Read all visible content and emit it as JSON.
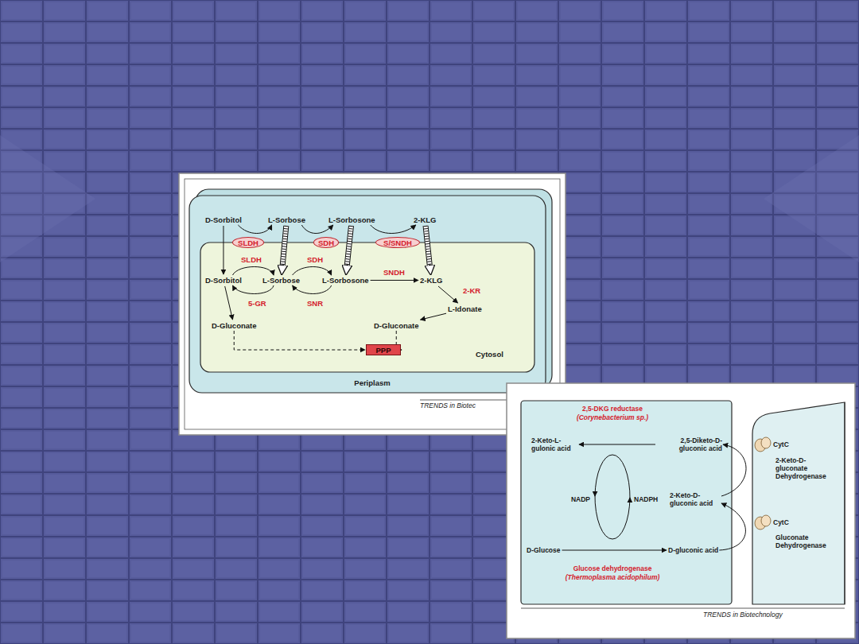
{
  "diagram": {
    "nodes": [
      {
        "text": [
          "Periplasm"
        ]
      },
      {
        "text": [
          "Cytosol"
        ],
        "in": 0
      },
      {
        "text": [
          "D-Sorbitol"
        ],
        "in": 0
      },
      {
        "text": [
          "L-Sorbose"
        ],
        "in": 0
      },
      {
        "text": [
          "L-Sorbosone"
        ],
        "in": 0
      },
      {
        "text": [
          "2-KLG"
        ],
        "in": 0
      },
      {
        "text": [
          "SLDH"
        ],
        "in": 0
      },
      {
        "text": [
          "SDH"
        ],
        "in": 0
      },
      {
        "text": [
          "S/SNDH"
        ],
        "in": 0
      },
      {
        "text": [
          "D-Sorbitol"
        ],
        "in": 1
      },
      {
        "text": [
          "L-Sorbose"
        ],
        "in": 1
      },
      {
        "text": [
          "L-Sorbosone"
        ],
        "in": 1
      },
      {
        "text": [
          "2-KLG"
        ],
        "in": 1
      },
      {
        "text": [
          "L-Idonate"
        ],
        "in": 1
      },
      {
        "text": [
          "D-Gluconate"
        ],
        "in": 1
      },
      {
        "text": [
          "D-Gluconate"
        ],
        "in": 1
      },
      {
        "text": [
          "PPP"
        ],
        "in": 1
      },
      {
        "text": [
          "2,5-DKG reductase",
          "(Corynebacterium sp.)",
          "NADP",
          "NADPH",
          "Glucose dehydrogenase",
          "(Thermoplasma acidophilum)"
        ]
      },
      {
        "text": [
          "2-Keto-L-gulonic acid"
        ],
        "in": 17
      },
      {
        "text": [
          "2,5-Diketo-D-gluconic acid"
        ],
        "in": 17
      },
      {
        "text": [
          "2-Keto-D-gluconic acid"
        ],
        "in": 17
      },
      {
        "text": [
          "D-Glucose"
        ],
        "in": 17
      },
      {
        "text": [
          "D-gluconic acid"
        ],
        "in": 17
      },
      {
        "text": [
          "CytC"
        ]
      },
      {
        "text": [
          "CytC"
        ]
      }
    ],
    "edges": [
      {
        "from": 2,
        "to": 9,
        "arrow": "to"
      },
      {
        "from": 3,
        "to": 10,
        "arrow": "to"
      },
      {
        "from": 4,
        "to": 11,
        "arrow": "to"
      },
      {
        "from": 5,
        "to": 12,
        "arrow": "to"
      },
      {
        "from": 2,
        "to": 3,
        "arrow": "to"
      },
      {
        "from": 3,
        "to": 4,
        "arrow": "to"
      },
      {
        "from": 4,
        "to": 5,
        "arrow": "to"
      },
      {
        "from": 9,
        "to": 10,
        "label": "SLDH",
        "arrow": "to"
      },
      {
        "from": 10,
        "to": 9,
        "label": "5-GR",
        "arrow": "to"
      },
      {
        "from": 10,
        "to": 11,
        "label": "SDH",
        "arrow": "to"
      },
      {
        "from": 11,
        "to": 10,
        "label": "SNR",
        "arrow": "to"
      },
      {
        "from": 11,
        "to": 12,
        "label": "SNDH",
        "arrow": "to"
      },
      {
        "from": 12,
        "to": 13,
        "label": "2-KR",
        "arrow": "to"
      },
      {
        "from": 13,
        "to": 15,
        "arrow": "to"
      },
      {
        "from": 9,
        "to": 14,
        "arrow": "to"
      },
      {
        "from": 14,
        "to": 16,
        "arrow": "to"
      },
      {
        "from": 15,
        "to": 16,
        "arrow": "to"
      },
      {
        "from": 21,
        "to": 22,
        "arrow": "to"
      },
      {
        "from": 19,
        "to": 18,
        "arrow": "to"
      },
      {
        "from": 22,
        "to": 20,
        "arrow": "to"
      },
      {
        "from": 20,
        "to": 19,
        "arrow": "to"
      }
    ],
    "labels": [
      "TRENDS in Biotec",
      "2-Keto-D-gluconate Dehydrogenase",
      "Gluconate Dehydrogenase",
      "TRENDS in Biotechnology"
    ]
  }
}
